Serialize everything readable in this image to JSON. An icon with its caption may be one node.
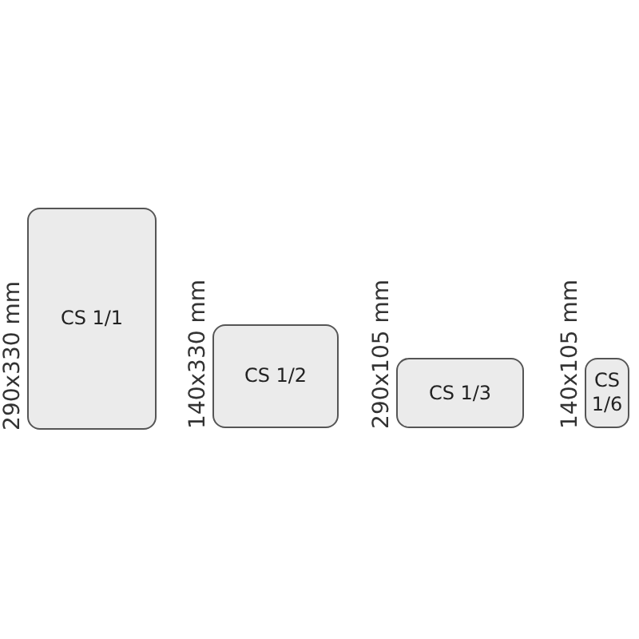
{
  "diagram": {
    "nodes": [
      {
        "text": [
          "CS 1/1"
        ],
        "beside": [
          "290x330 mm"
        ]
      },
      {
        "text": [
          "CS 1/2"
        ],
        "beside": [
          "140x330 mm"
        ]
      },
      {
        "text": [
          "CS 1/3"
        ],
        "beside": [
          "290x105 mm"
        ]
      },
      {
        "text": [
          "CS 1/6"
        ],
        "beside": [
          "140x105 mm"
        ]
      }
    ]
  }
}
